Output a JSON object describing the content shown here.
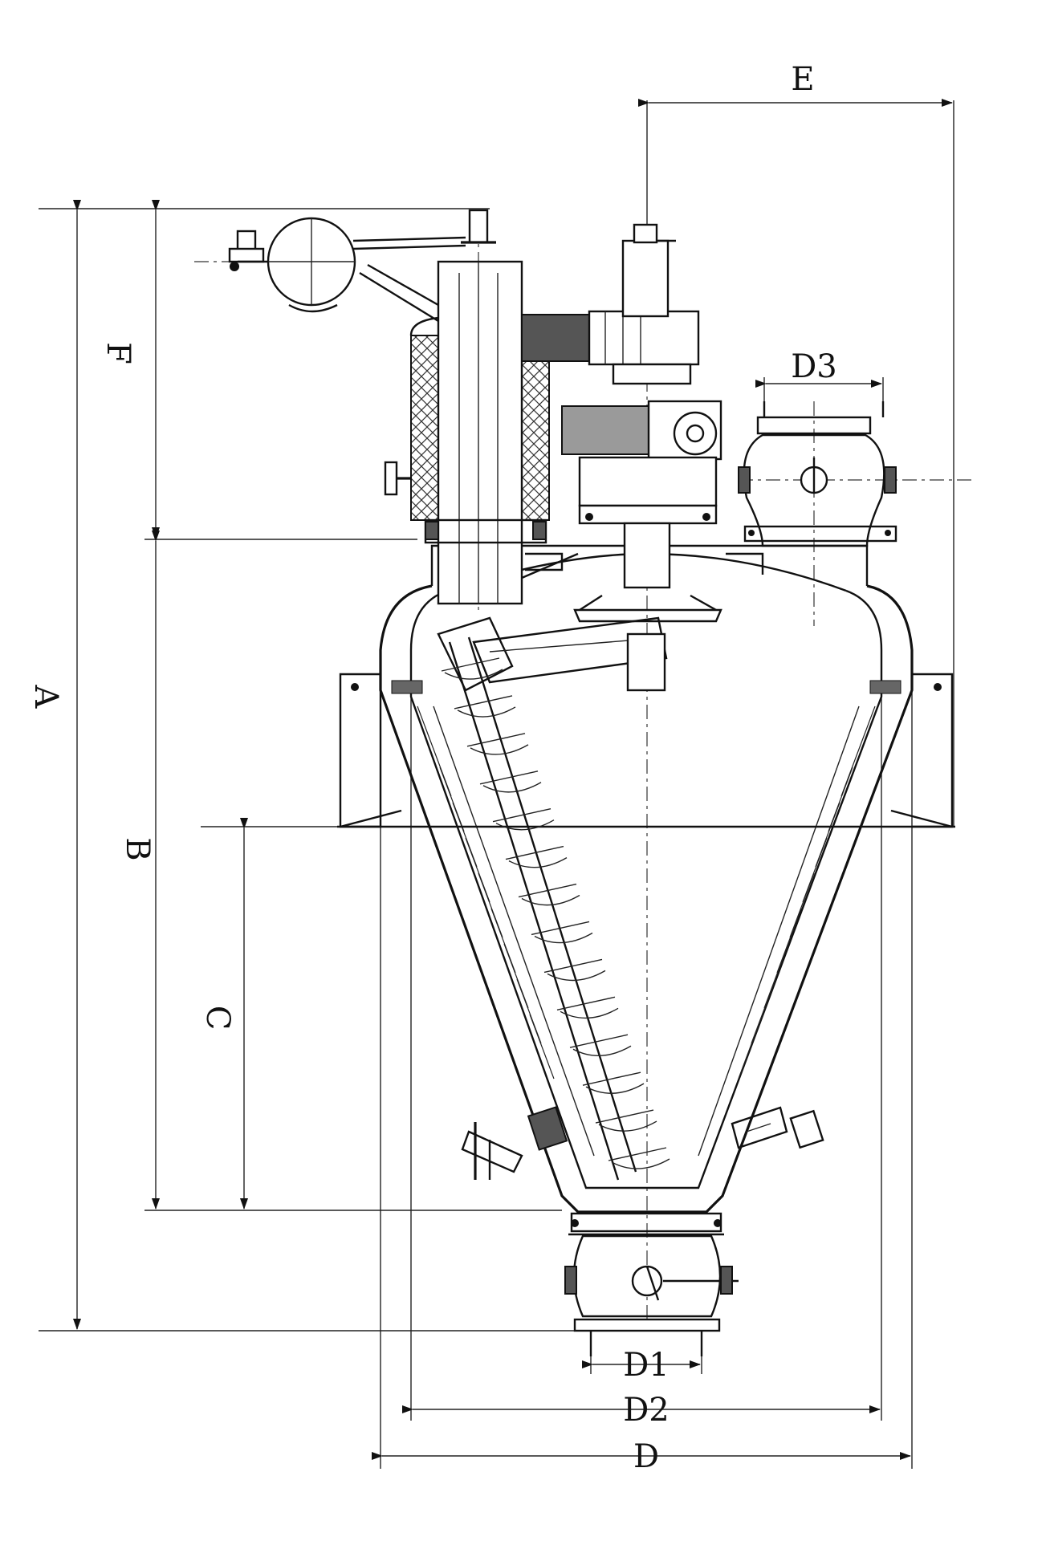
{
  "dimensions": {
    "A": "A",
    "B": "B",
    "C": "C",
    "D": "D",
    "D1": "D1",
    "D2": "D2",
    "D3": "D3",
    "E": "E",
    "F": "F"
  }
}
